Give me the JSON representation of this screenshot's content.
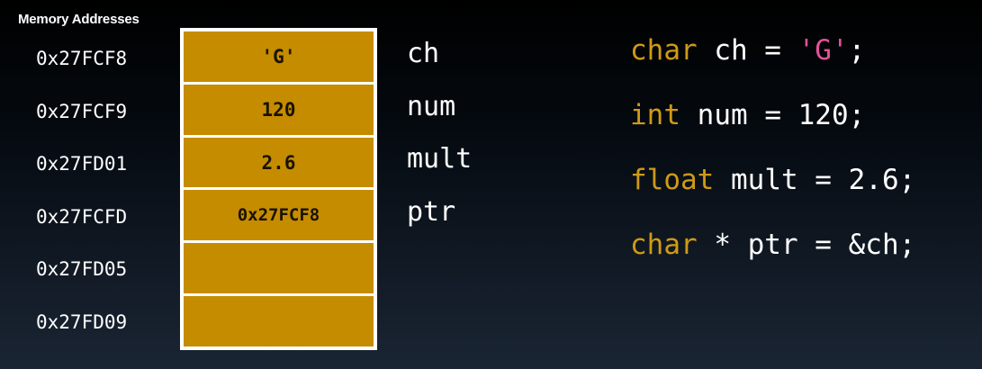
{
  "title": "Memory Addresses",
  "colors": {
    "cell_fill": "#c58c00",
    "keyword": "#cf9a16",
    "string_literal": "#e0529b",
    "text": "#ffffff"
  },
  "rows": [
    {
      "address": "0x27FCF8",
      "value": "'G'",
      "var": "ch"
    },
    {
      "address": "0x27FCF9",
      "value": "120",
      "var": "num"
    },
    {
      "address": "0x27FD01",
      "value": "2.6",
      "var": "mult"
    },
    {
      "address": "0x27FCFD",
      "value": "0x27FCF8",
      "var": "ptr"
    },
    {
      "address": "0x27FD05",
      "value": "",
      "var": ""
    },
    {
      "address": "0x27FD09",
      "value": "",
      "var": ""
    }
  ],
  "code": [
    {
      "type": "char",
      "rest_before": " ch = ",
      "literal": "'G'",
      "rest_after": ";"
    },
    {
      "type": "int",
      "rest": " num = 120;"
    },
    {
      "type": "float",
      "rest": " mult = 2.6;"
    },
    {
      "type": "char",
      "rest": " * ptr = &ch;"
    }
  ]
}
